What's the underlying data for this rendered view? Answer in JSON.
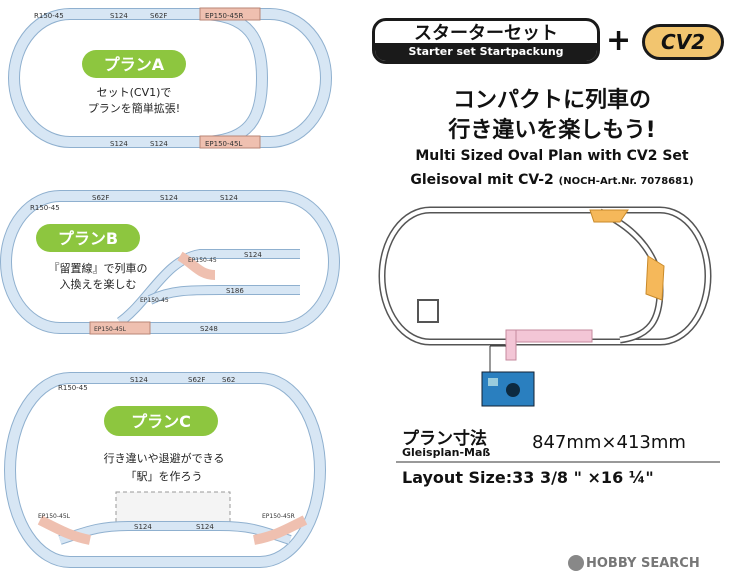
{
  "product": {
    "title_jp": "スターターセット",
    "subtitle_en": "Starter set",
    "subtitle_de": "Startpackung",
    "plus": "+",
    "addon": "CV2"
  },
  "headline": {
    "line1": "コンパクトに列車の",
    "line2": "行き違いを楽しもう!",
    "en": "Multi Sized Oval Plan with CV2 Set",
    "de": "Gleisoval mit CV-2",
    "art_nr": "(NOCH-Art.Nr. 7078681)"
  },
  "dimensions": {
    "label_jp": "プラン寸法",
    "label_de": "Gleisplan-Maß",
    "metric": "847mm×413mm",
    "imperial": "Layout Size:33 3/8 \" ×16 ¼\""
  },
  "plan_a": {
    "name": "プランA",
    "desc1": "セット(CV1)で",
    "desc2": "プランを簡単拡張!",
    "top_labels": [
      "S124",
      "S62F",
      "EP150-45R"
    ],
    "bottom_labels": [
      "S124",
      "S124",
      "EP150-45L"
    ],
    "curve_label": "R150-45"
  },
  "plan_b": {
    "name": "プランB",
    "desc1": "『留置線』で列車の",
    "desc2": "入換えを楽しむ",
    "top_labels": [
      "S62F",
      "S124",
      "S124"
    ],
    "siding_labels": [
      "S124",
      "S186",
      "S248"
    ],
    "turnout_labels": [
      "EP150-45",
      "EP150-45",
      "EP150-45L"
    ],
    "curve_label": "R150-45"
  },
  "plan_c": {
    "name": "プランC",
    "desc1": "行き違いや退避ができる",
    "desc2": "「駅」を作ろう",
    "top_labels": [
      "S124",
      "S62F",
      "S62"
    ],
    "station_labels": [
      "S124",
      "S124"
    ],
    "turnout_labels": [
      "EP150-45L",
      "EP150-45R"
    ],
    "curve_label": "R150-45"
  },
  "watermark": {
    "text": "HOBBY SEARCH"
  },
  "colors": {
    "track_blue": "#cfe0f0",
    "track_pink": "#efc0b0",
    "badge_green": "#8dc63f",
    "orange": "#f5b85a",
    "controller": "#2a7fbf"
  }
}
